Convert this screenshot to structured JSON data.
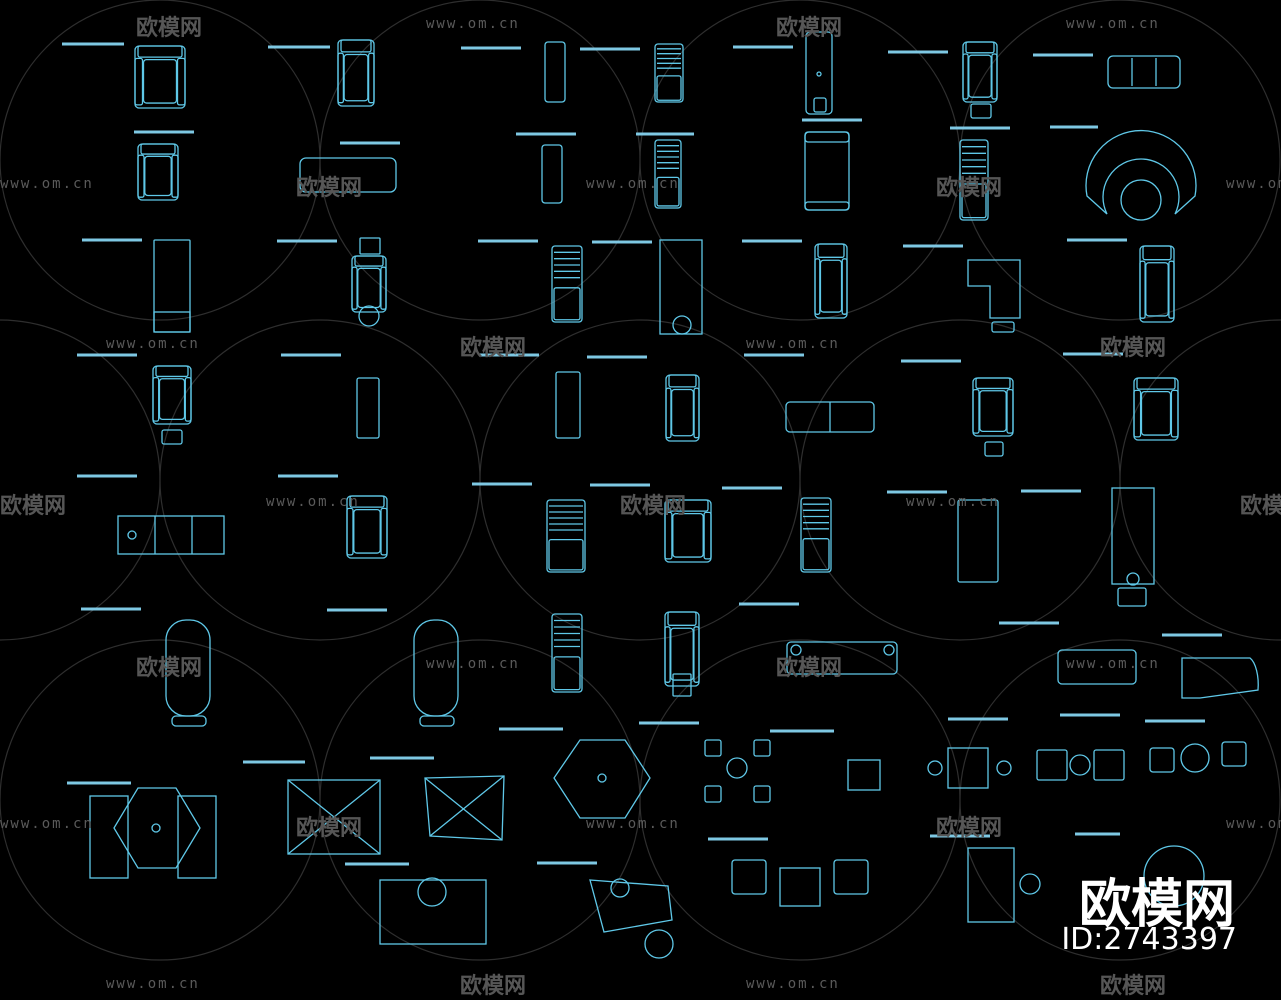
{
  "watermark": {
    "domain_text": "www.om.cn",
    "brand_text": "欧模网"
  },
  "brand": {
    "logo_text": "欧模网",
    "id_text": "ID:2743397"
  },
  "colors": {
    "background": "#000000",
    "stroke": "#5fc8e8",
    "label_bar": "#7ec8e3",
    "watermark": "#5a5a5a"
  }
}
